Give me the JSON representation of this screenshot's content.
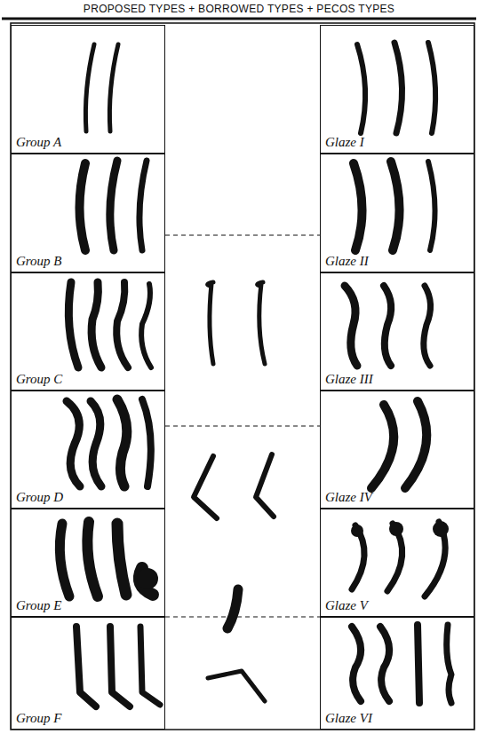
{
  "diagram": {
    "title": "PROPOSED TYPES + BORROWED TYPES + PECOS TYPES",
    "nodes": [
      {
        "text": [
          "Group A"
        ]
      },
      {
        "text": [
          "Glaze I"
        ]
      },
      {
        "text": [
          "Group B"
        ]
      },
      {
        "text": [
          "Glaze II"
        ]
      },
      {
        "text": [
          "Group C"
        ]
      },
      {
        "text": [
          "Glaze III"
        ]
      },
      {
        "text": [
          "Group D"
        ]
      },
      {
        "text": [
          "Glaze IV"
        ]
      },
      {
        "text": [
          "Group E"
        ]
      },
      {
        "text": [
          "Glaze V"
        ]
      },
      {
        "text": [
          "Group F"
        ]
      },
      {
        "text": [
          "Glaze VI"
        ]
      }
    ]
  }
}
